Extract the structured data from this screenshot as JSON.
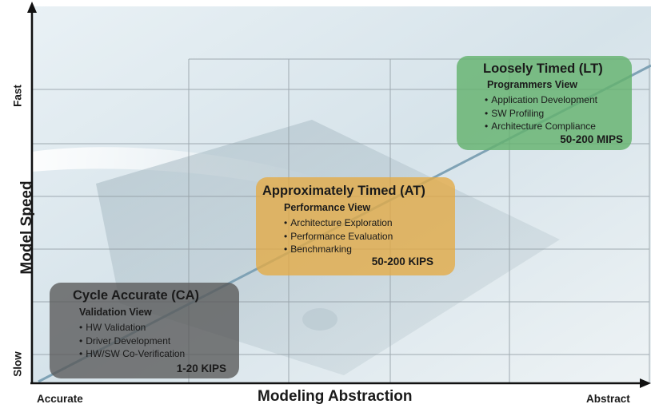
{
  "axes": {
    "x_title": "Modeling Abstraction",
    "x_left": "Accurate",
    "x_right": "Abstract",
    "y_title": "Model Speed",
    "y_top": "Fast",
    "y_bottom": "Slow"
  },
  "boxes": {
    "ca": {
      "title": "Cycle Accurate (CA)",
      "view": "Validation View",
      "items": [
        "HW Validation",
        "Driver Development",
        "HW/SW Co-Verification"
      ],
      "rate": "1-20 KIPS",
      "color": "#5a5a5a"
    },
    "at": {
      "title": "Approximately Timed (AT)",
      "view": "Performance View",
      "items": [
        "Architecture Exploration",
        "Performance Evaluation",
        "Benchmarking"
      ],
      "rate": "50-200 KIPS",
      "color": "#e4aa44"
    },
    "lt": {
      "title": "Loosely Timed (LT)",
      "view": "Programmers View",
      "items": [
        "Application Development",
        "SW Profiling",
        "Architecture Compliance"
      ],
      "rate": "50-200 MIPS",
      "color": "#64b26e"
    }
  },
  "colors": {
    "background_tint": "#dbe8ef",
    "grid": "#8f9aa1",
    "axis": "#111111",
    "trend_line": "#7fa2b5"
  }
}
